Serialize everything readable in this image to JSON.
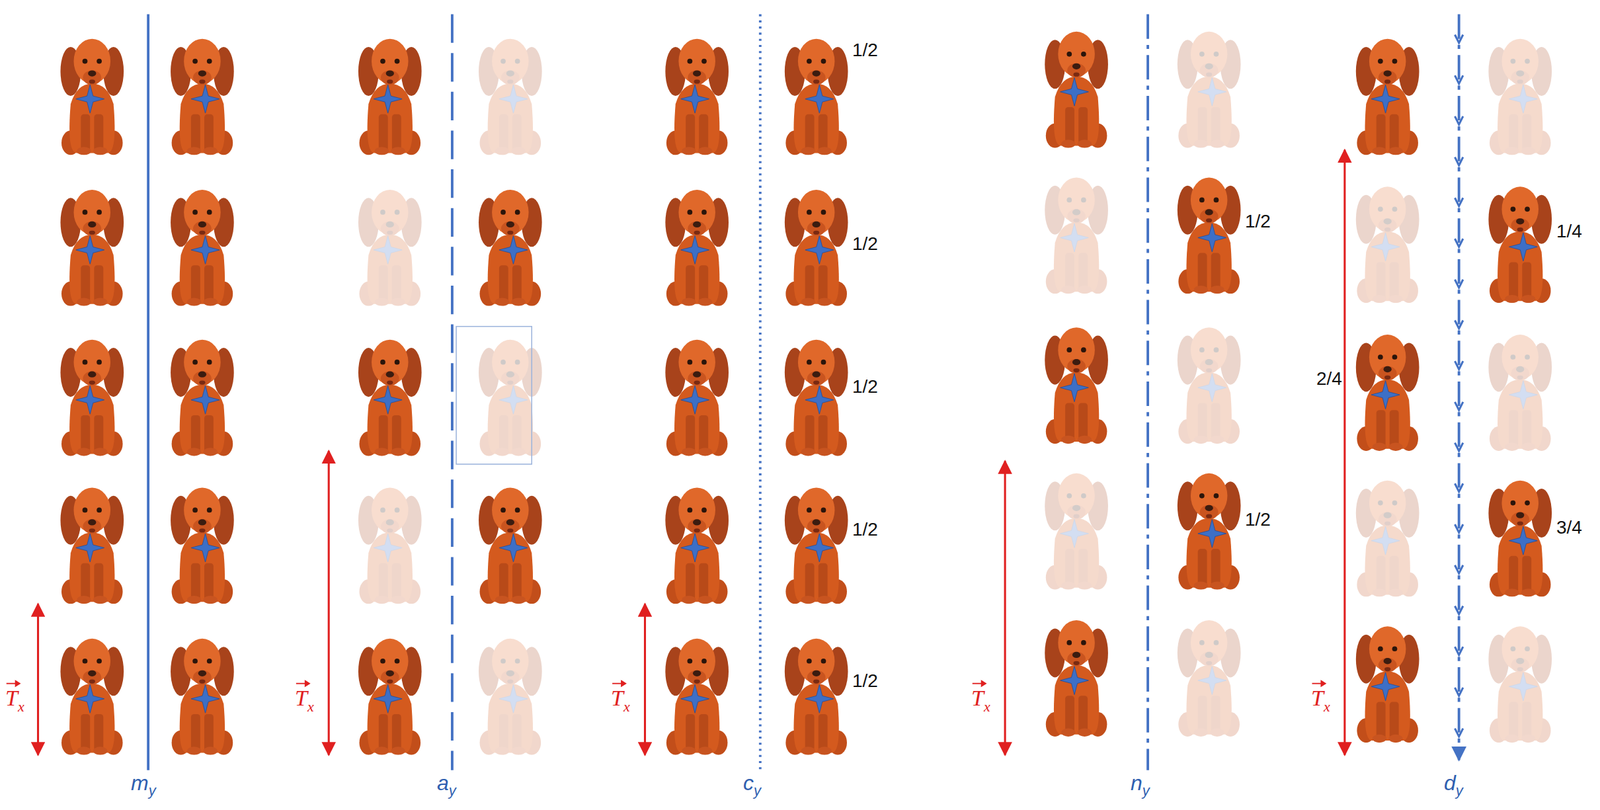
{
  "diagram": {
    "labels": [
      "m",
      "y",
      "a",
      "y",
      "c",
      "y",
      "n",
      "y",
      "d",
      "y",
      "T",
      "x",
      "T",
      "x",
      "T",
      "x",
      "T",
      "x",
      "T",
      "x",
      "1/2",
      "1/2",
      "1/2",
      "1/2",
      "1/2",
      "1/2",
      "1/2",
      "1/4",
      "2/4",
      "3/4"
    ]
  }
}
